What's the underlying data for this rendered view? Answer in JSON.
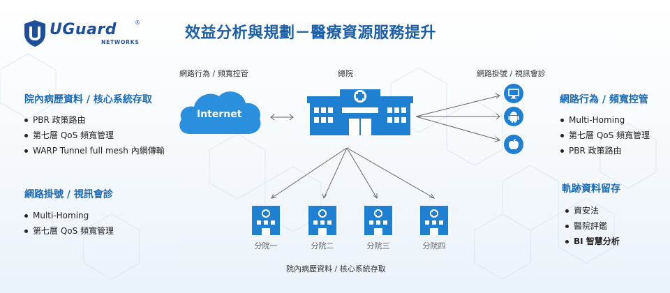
{
  "brand": {
    "name": "UGuard",
    "sub": "NETWORKS",
    "reg": "®"
  },
  "title": "效益分析與規劃－醫療資源服務提升",
  "left_sections": [
    {
      "title": "院內病歷資料 / 核心系統存取",
      "items": [
        "PBR 政策路由",
        "第七層 QoS 頻寬管理",
        "WARP Tunnel full mesh 內網傳輸"
      ]
    },
    {
      "title": "網路掛號 / 視訊會診",
      "items": [
        "Multi-Homing",
        "第七層 QoS 頻寬管理"
      ]
    }
  ],
  "right_sections": [
    {
      "title": "網路行為 / 頻寬控管",
      "items": [
        "Multi-Homing",
        "第七層 QoS 頻寬管理",
        "PBR 政策路由"
      ]
    },
    {
      "title": "軌跡資料留存",
      "items": [
        "資安法",
        "醫院評鑑",
        "BI 智慧分析"
      ]
    }
  ],
  "diagram": {
    "cloud_label": "Internet",
    "top_left_label": "網路行為 / 頻寬控管",
    "hq_label": "總院",
    "top_right_label": "網路掛號 / 視訊會診",
    "branches": [
      "分院一",
      "分院二",
      "分院三",
      "分院四"
    ],
    "bottom_label": "院內病歷資料 / 核心系統存取",
    "devices": [
      "monitor-icon",
      "android-icon",
      "apple-icon"
    ]
  },
  "colors": {
    "accent": "#1c6bb5",
    "cloud": "#2a8fdc",
    "building": "#1f7fd0"
  }
}
